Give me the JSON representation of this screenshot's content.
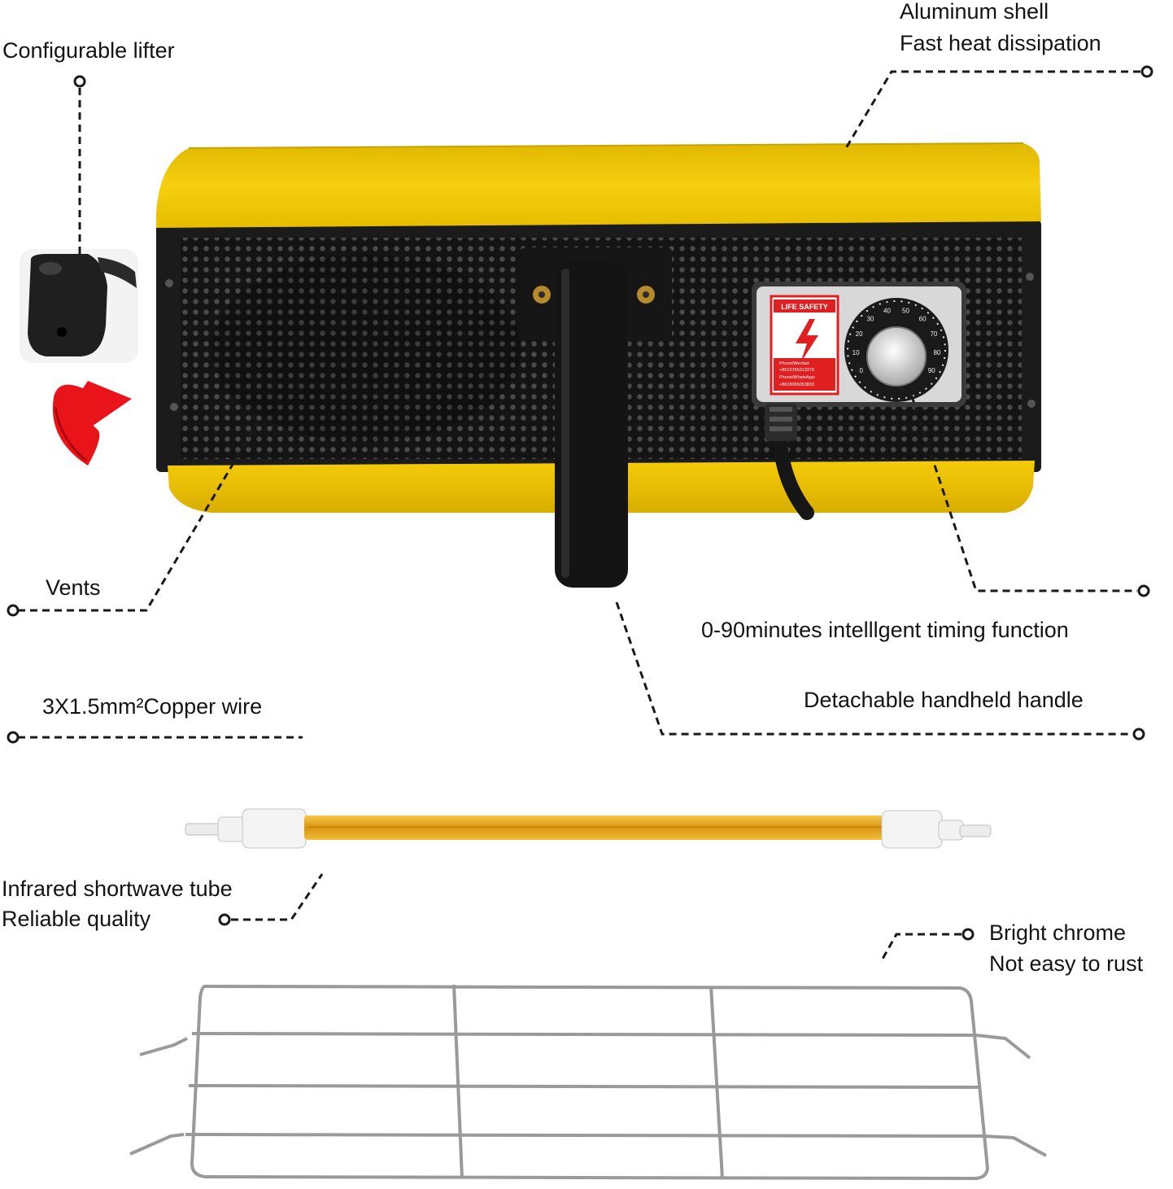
{
  "labels": {
    "lifter": "Configurable lifter",
    "shell_line1": "Aluminum shell",
    "shell_line2": "Fast heat dissipation",
    "vents": "Vents",
    "timer": "0-90minutes intelllgent timing function",
    "handle": "Detachable handheld handle",
    "wire": "3X1.5mm²Copper wire",
    "tube_line1": "Infrared shortwave tube",
    "tube_line2": "Reliable quality",
    "chrome_line1": "Bright chrome",
    "chrome_line2": "Not easy to rust"
  },
  "panel": {
    "warning_title": "LIFE SAFETY",
    "contact_line1": "Phone/Wechat:",
    "contact_line2": "+8613765313376",
    "contact_line3": "Phone/WhatsApp:",
    "contact_line4": "+8618095053833"
  },
  "dial": {
    "numbers": [
      "0",
      "10",
      "20",
      "30",
      "40",
      "50",
      "60",
      "70",
      "80",
      "90"
    ]
  },
  "colors": {
    "shell_yellow": "#f2c400",
    "grille_dark": "#1c1c1c",
    "tube_gold": "#e2a417",
    "arrow_red": "#e8141a",
    "chrome": "#9a9a9a"
  }
}
